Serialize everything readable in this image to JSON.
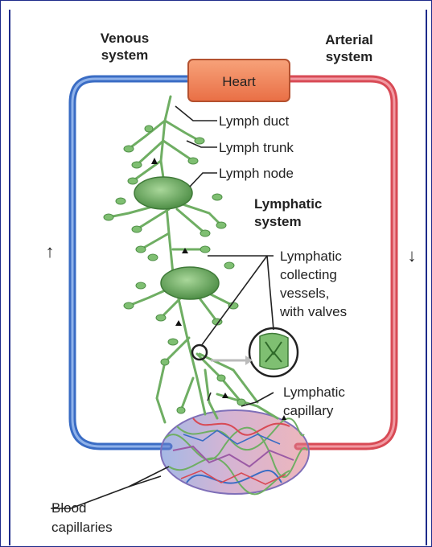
{
  "labels": {
    "venous_line1": "Venous",
    "venous_line2": "system",
    "arterial_line1": "Arterial",
    "arterial_line2": "system",
    "heart": "Heart",
    "lymph_duct": "Lymph duct",
    "lymph_trunk": "Lymph trunk",
    "lymph_node": "Lymph node",
    "lymphatic_system_line1": "Lymphatic",
    "lymphatic_system_line2": "system",
    "collecting_line1": "Lymphatic",
    "collecting_line2": "collecting",
    "collecting_line3": "vessels,",
    "collecting_line4": "with valves",
    "capillary_line1": "Lymphatic",
    "capillary_line2": "capillary",
    "blood_line1": "Blood",
    "blood_line2": "capillaries",
    "arrow_up": "↑",
    "arrow_down": "↓"
  },
  "colors": {
    "venous": "#3a6cc4",
    "arterial": "#d84a55",
    "heart": "#f08a5d",
    "lymph": "#6fae63",
    "frame": "#1d2b8a"
  }
}
